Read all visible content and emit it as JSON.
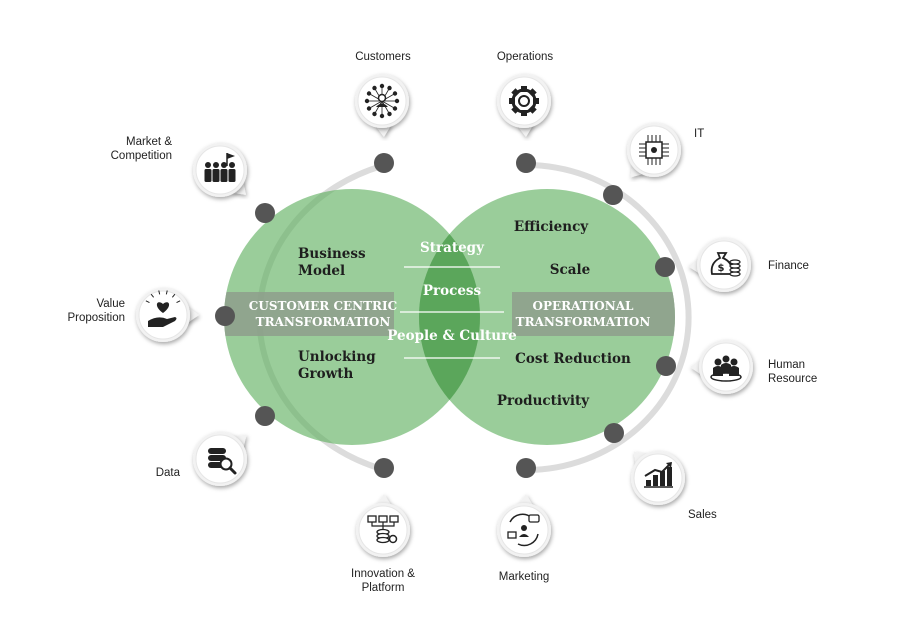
{
  "left_circle": {
    "band": [
      "CUSTOMER CENTRIC",
      "TRANSFORMATION"
    ],
    "items": [
      [
        "Business",
        "Model"
      ],
      [
        "Unlocking",
        "Growth"
      ]
    ]
  },
  "right_circle": {
    "band": [
      "OPERATIONAL",
      "TRANSFORMATION"
    ],
    "items": [
      "Efficiency",
      "Scale",
      "Cost Reduction",
      "Productivity"
    ]
  },
  "overlap": {
    "items": [
      "Strategy",
      "Process",
      "People & Culture"
    ]
  },
  "spokes": [
    {
      "id": "customers",
      "label": [
        "Customers"
      ],
      "icon": "network-people-icon"
    },
    {
      "id": "operations",
      "label": [
        "Operations"
      ],
      "icon": "gear-icon"
    },
    {
      "id": "it",
      "label": [
        "IT"
      ],
      "icon": "circuit-chip-icon"
    },
    {
      "id": "finance",
      "label": [
        "Finance"
      ],
      "icon": "money-bag-icon"
    },
    {
      "id": "human-resource",
      "label": [
        "Human",
        "Resource"
      ],
      "icon": "people-group-icon"
    },
    {
      "id": "sales",
      "label": [
        "Sales"
      ],
      "icon": "growth-chart-icon"
    },
    {
      "id": "marketing",
      "label": [
        "Marketing"
      ],
      "icon": "marketing-chat-icon"
    },
    {
      "id": "innovation-platform",
      "label": [
        "Innovation &",
        "Platform"
      ],
      "icon": "platform-network-icon"
    },
    {
      "id": "data",
      "label": [
        "Data"
      ],
      "icon": "database-search-icon"
    },
    {
      "id": "value-proposition",
      "label": [
        "Value",
        "Proposition"
      ],
      "icon": "hand-heart-icon"
    },
    {
      "id": "market-competition",
      "label": [
        "Market &",
        "Competition"
      ],
      "icon": "team-flag-icon"
    }
  ],
  "colors": {
    "circle_fill": "#5cae5c",
    "band_fill": "#8e9e8c",
    "ring_stroke": "#dcdcdc",
    "dot_fill": "#555555",
    "badge_fill": "#f2f2f2",
    "icon_color": "#222222"
  }
}
